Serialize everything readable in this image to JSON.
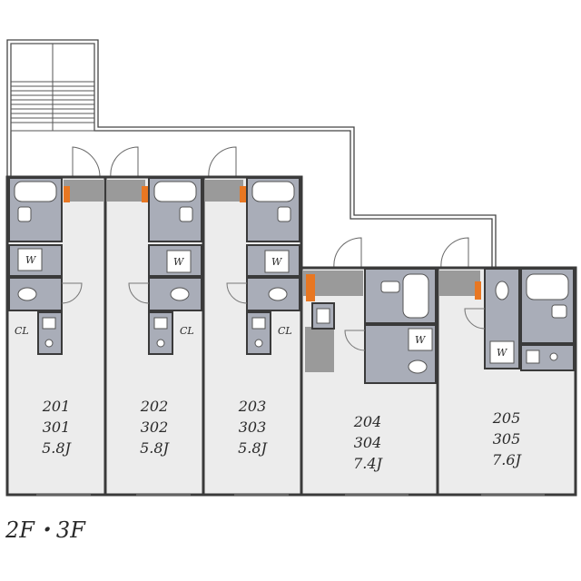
{
  "floor_label": "2F・3F",
  "units": [
    {
      "line1": "201",
      "line2": "301",
      "area": "5.8J"
    },
    {
      "line1": "202",
      "line2": "302",
      "area": "5.8J"
    },
    {
      "line1": "203",
      "line2": "303",
      "area": "5.8J"
    },
    {
      "line1": "204",
      "line2": "304",
      "area": "7.4J"
    },
    {
      "line1": "205",
      "line2": "305",
      "area": "7.6J"
    }
  ],
  "closet_label": "CL",
  "washer_label": "W",
  "colors": {
    "wall": "#3a3a3a",
    "floor": "#ececec",
    "fixture_bg": "#a9adb8",
    "door_accent": "#e87722",
    "corridor": "#9a9a9a"
  }
}
